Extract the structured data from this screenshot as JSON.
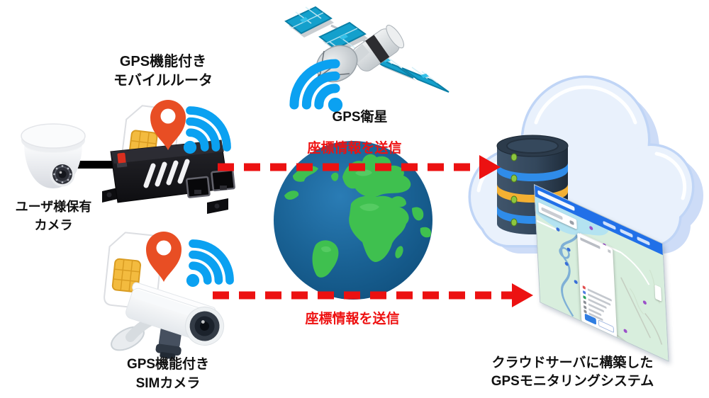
{
  "nodes": {
    "user_camera": {
      "icon": "dome-camera-icon",
      "label_line1": "ユーザ様保有",
      "label_line2": "カメラ"
    },
    "mobile_router": {
      "icons": [
        "sim-card-icon",
        "location-pin-icon",
        "wifi-signal-icon",
        "mobile-router-icon"
      ],
      "label_line1": "GPS機能付き",
      "label_line2": "モバイルルータ"
    },
    "gps_satellite": {
      "icons": [
        "satellite-icon",
        "wifi-signal-icon"
      ],
      "label": "GPS衛星"
    },
    "internet_globe": {
      "icon": "earth-globe-icon"
    },
    "sim_camera": {
      "icons": [
        "sim-card-icon",
        "location-pin-icon",
        "wifi-signal-icon",
        "bullet-camera-icon"
      ],
      "label_line1": "GPS機能付き",
      "label_line2": "SIMカメラ"
    },
    "cloud_server": {
      "icons": [
        "cloud-icon",
        "database-server-icon",
        "map-app-screenshot"
      ],
      "label_line1": "クラウドサーバに構築した",
      "label_line2": "GPSモニタリングシステム"
    }
  },
  "connections": {
    "camera_to_router": {
      "type": "solid-black-line"
    },
    "router_to_cloud": {
      "type": "red-dashed-arrow",
      "label": "座標情報を送信"
    },
    "sim_camera_to_cloud": {
      "type": "red-dashed-arrow",
      "label": "座標情報を送信"
    }
  },
  "colors": {
    "arrow_red": "#ec1111",
    "label_red": "#ee1111",
    "text_black": "#111111",
    "wifi_blue": "#0ba1f1",
    "pin_red": "#e84e24",
    "sim_gold": "#f3bb3f",
    "earth_land": "#3fc04f",
    "earth_ocean": "#14557f",
    "cloud_fill": "#e9f1fc",
    "cloud_border": "#c0d5f6",
    "cloud_depth": "#cddcf7",
    "db_body": "#33475c",
    "db_band_blue": "#2f8ce9",
    "db_band_yellow": "#f4b032",
    "led_green": "#8dc63f",
    "map_header": "#2170e8",
    "map_land": "#d8eedd",
    "map_water": "#b4e3f1",
    "connector_black": "#000000"
  }
}
